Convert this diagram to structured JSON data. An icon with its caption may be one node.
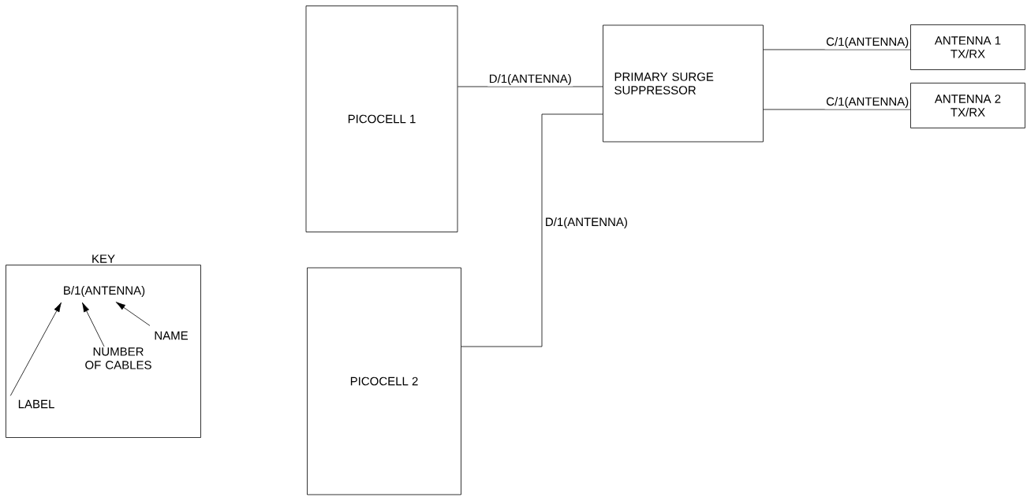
{
  "diagram": {
    "nodes": [
      {
        "text": [
          "PICOCELL 1"
        ]
      },
      {
        "text": [
          "PICOCELL 2"
        ]
      },
      {
        "text": [
          "PRIMARY SURGE SUPPRESSOR"
        ]
      },
      {
        "text": [
          "ANTENNA 1 TX/RX"
        ]
      },
      {
        "text": [
          "ANTENNA 2 TX/RX"
        ]
      },
      {
        "text": [
          "KEY"
        ]
      },
      {
        "text": [
          "B/1(ANTENNA)"
        ],
        "in": 5
      },
      {
        "text": [
          "NAME"
        ],
        "in": 5
      },
      {
        "text": [
          "NUMBER OF CABLES"
        ],
        "in": 5
      },
      {
        "text": [
          "LABEL"
        ],
        "in": 5
      }
    ],
    "edges": [
      {
        "from": 0,
        "to": 2,
        "arrow": "none",
        "label": "D/1(ANTENNA)"
      },
      {
        "from": 1,
        "to": 2,
        "arrow": "none",
        "label": "D/1(ANTENNA)"
      },
      {
        "from": 2,
        "to": 3,
        "arrow": "none",
        "label": "C/1(ANTENNA)"
      },
      {
        "from": 2,
        "to": 4,
        "arrow": "none",
        "label": "C/1(ANTENNA)"
      },
      {
        "from": 7,
        "to": 6,
        "arrow": "to"
      },
      {
        "from": 8,
        "to": 6,
        "arrow": "to"
      },
      {
        "from": 9,
        "to": 6,
        "arrow": "to"
      }
    ]
  }
}
